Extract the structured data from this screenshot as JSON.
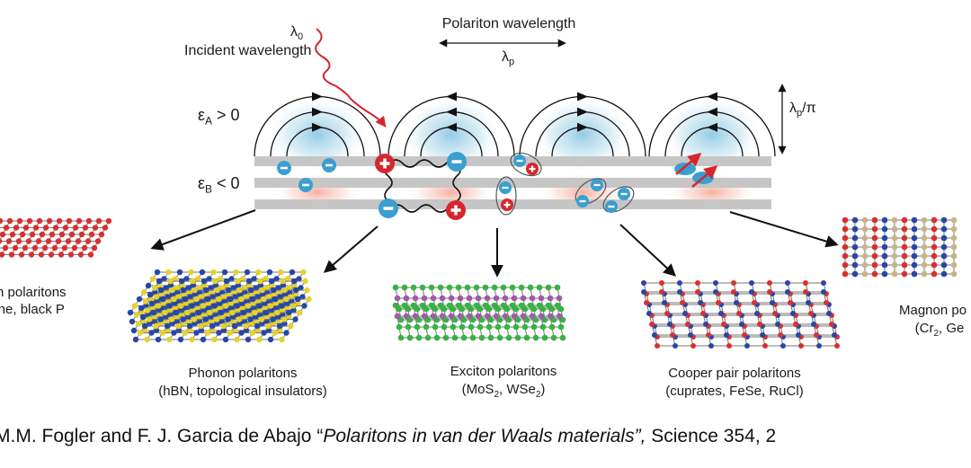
{
  "labels": {
    "lambda0": "λ0",
    "incident": "Incident wavelength",
    "polariton_wavelength": "Polariton wavelength",
    "lambda_p": "λp",
    "lambda_p_pi": "λp/π",
    "eps_a": "εA > 0",
    "eps_b": "εB < 0"
  },
  "materials": [
    {
      "name": "n polaritons",
      "sub": "ne, black P"
    },
    {
      "name": "Phonon polaritons",
      "sub": "(hBN, topological insulators)"
    },
    {
      "name": "Exciton polaritons",
      "sub": "(MoS2, WSe2)"
    },
    {
      "name": "Cooper pair polaritons",
      "sub": "(cuprates, FeSe, RuCl)"
    },
    {
      "name": "Magnon po",
      "sub": "(Cr2, Ge"
    }
  ],
  "citation": {
    "authors": "M.M. Fogler and F. J. Garcia de Abajo “",
    "title": "Polaritons in van der Waals materials”,",
    "journal": " Science 354, 2"
  },
  "colors": {
    "plus": "#d7262e",
    "minus": "#3a9fd0",
    "layer": "#c6c6c6",
    "glow_blue": "#9ad0e8",
    "glow_red": "#f6b9ad",
    "atom_red": "#d83030",
    "atom_yellow": "#e3d32c",
    "atom_green": "#35b441",
    "atom_violet": "#a05aa8",
    "atom_blue": "#2846a8",
    "atom_tan": "#c8b488"
  }
}
